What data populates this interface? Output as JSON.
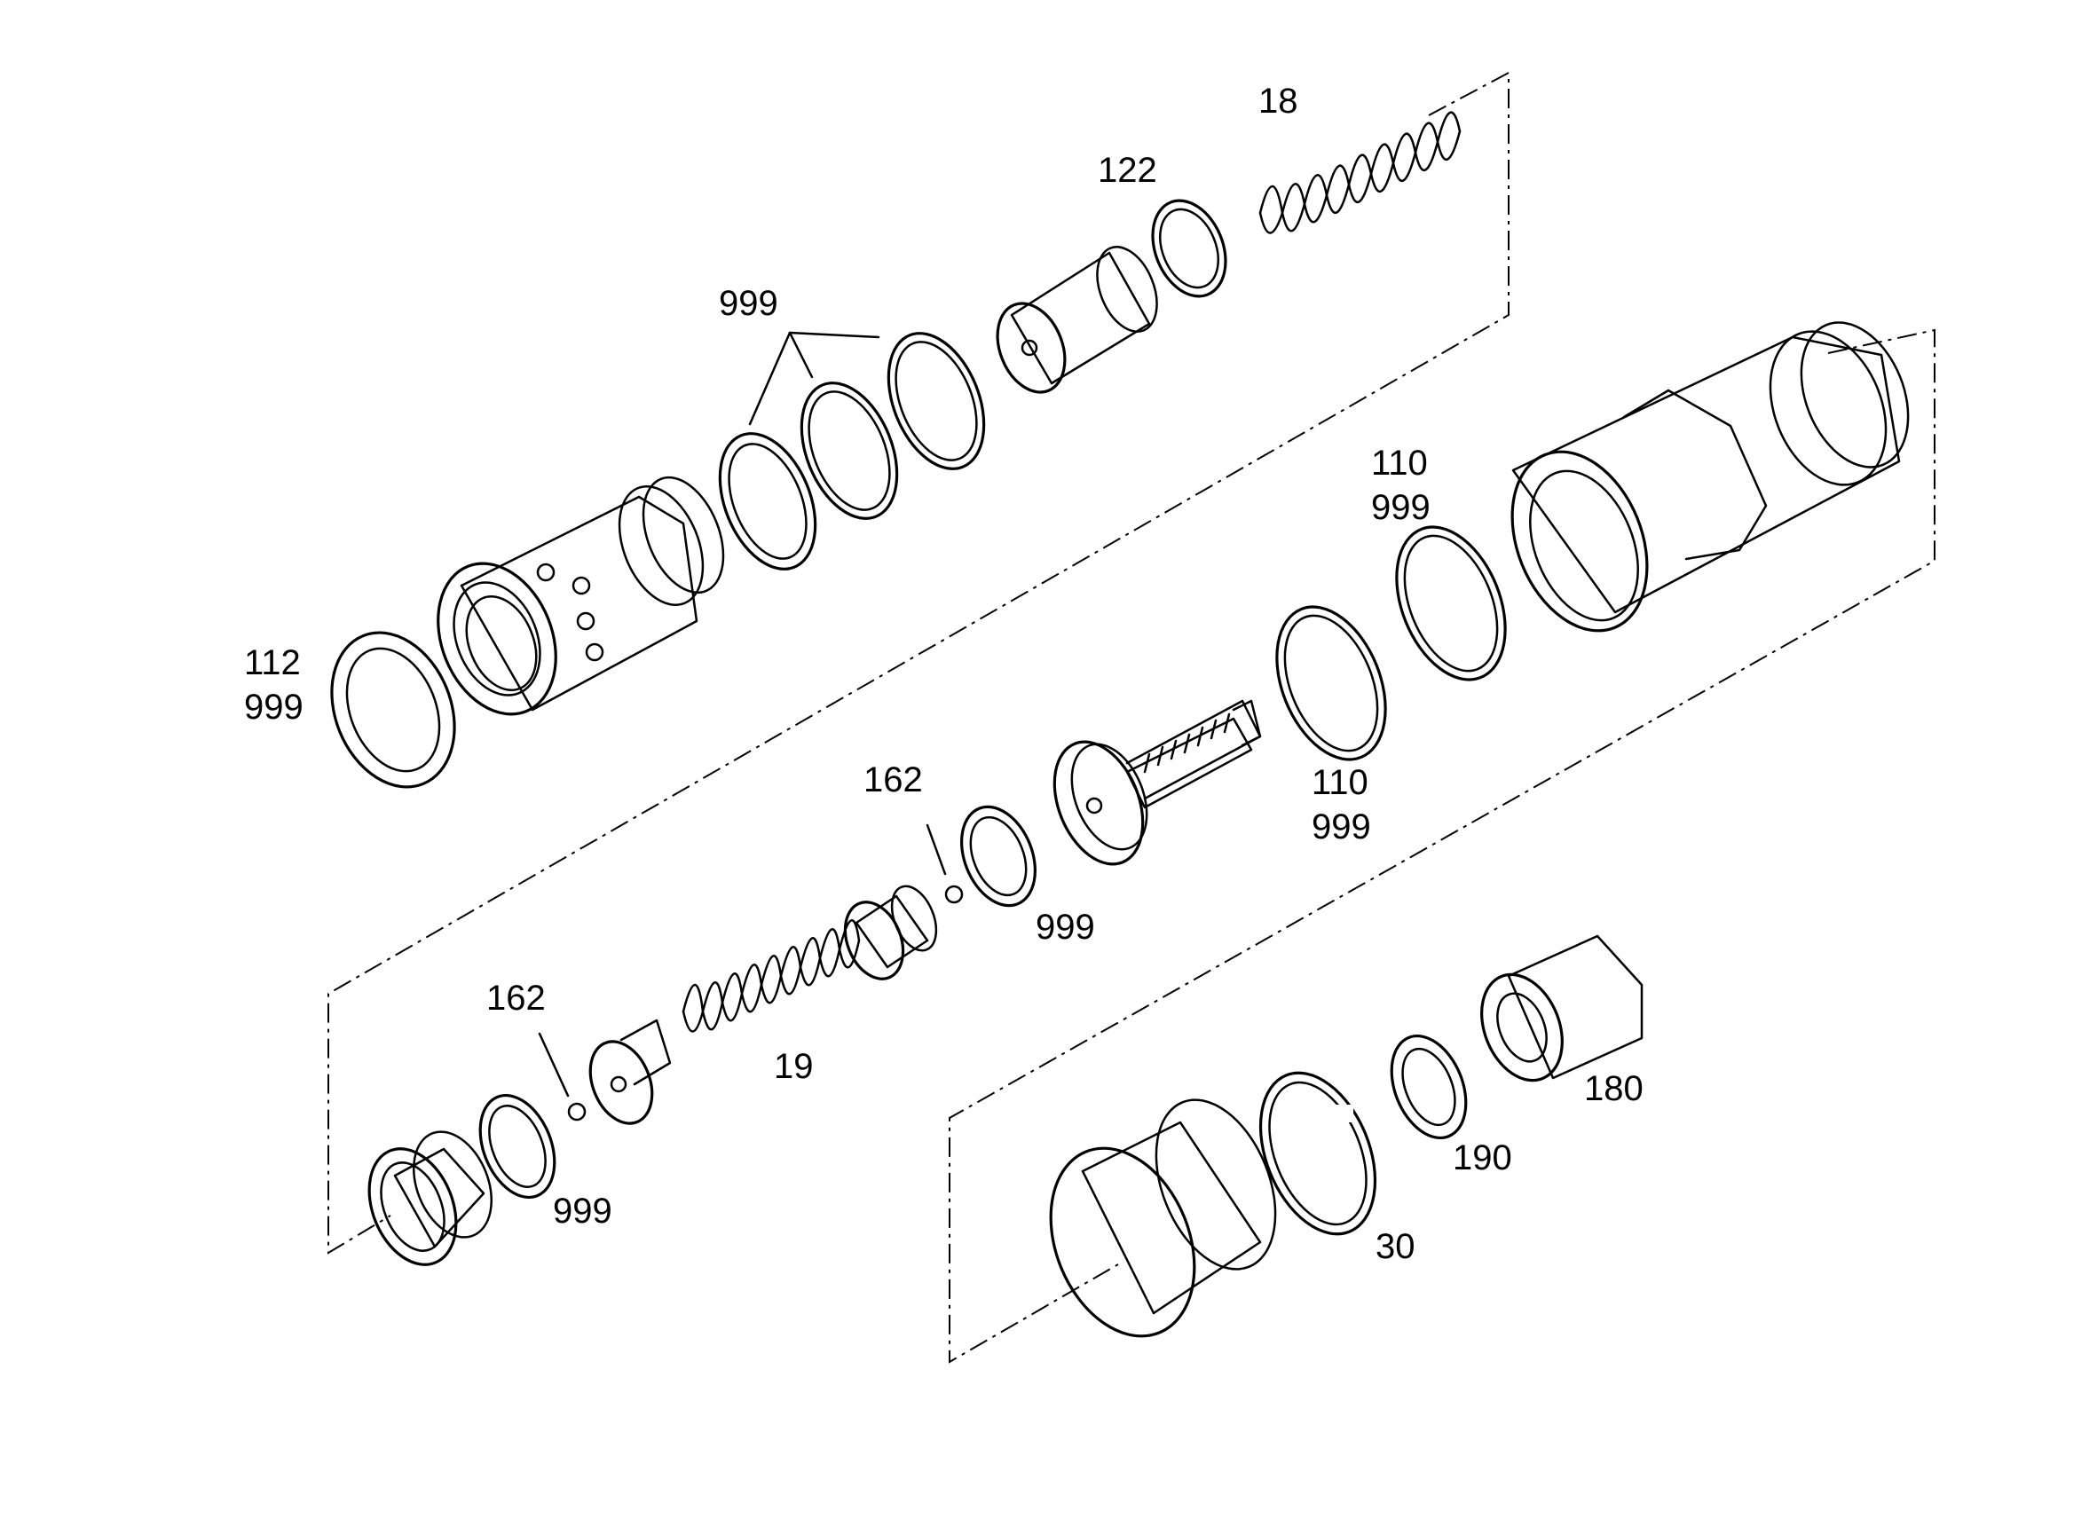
{
  "labels": {
    "l18": "18",
    "l122": "122",
    "l999_top": "999",
    "l110_a": "110",
    "l999_a": "999",
    "l112": "112",
    "l999_112": "999",
    "l162_a": "162",
    "l110_b": "110",
    "l999_b": "999",
    "l999_c": "999",
    "l162_b": "162",
    "l19": "19",
    "l999_d": "999",
    "l180": "180",
    "l190": "190",
    "l30": "30"
  }
}
